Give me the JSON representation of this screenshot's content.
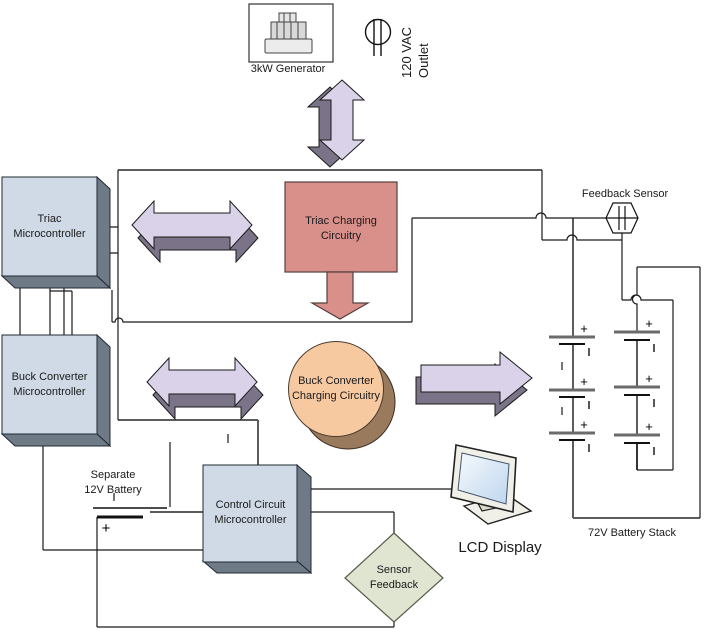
{
  "nodes": {
    "generator": {
      "label": "3kW Generator"
    },
    "outlet": {
      "line1": "120 VAC",
      "line2": "Outlet"
    },
    "triac_mcu": {
      "line1": "Triac",
      "line2": "Microcontroller"
    },
    "buck_mcu": {
      "line1": "Buck Converter",
      "line2": "Microcontroller"
    },
    "triac_charging": {
      "line1": "Triac Charging",
      "line2": "Circuitry"
    },
    "buck_charging": {
      "line1": "Buck Converter",
      "line2": "Charging Circuitry"
    },
    "control_mcu": {
      "line1": "Control Circuit",
      "line2": "Microcontroller"
    },
    "battery_12v": {
      "line1": "Separate",
      "line2": "12V Battery"
    },
    "sensor_feedback": {
      "line1": "Sensor",
      "line2": "Feedback"
    },
    "lcd": {
      "label": "LCD Display"
    },
    "feedback_sensor": {
      "label": "Feedback Sensor"
    },
    "battery_stack": {
      "label": "72V Battery Stack"
    }
  },
  "symbols": {
    "plus": "+"
  },
  "colors": {
    "mcu_face": "#cfdae6",
    "mcu_side": "#6f7a87",
    "salmon": "#d98f8a",
    "peach": "#f6c9a1",
    "peach_shadow": "#9a7a5d",
    "arrow_face": "#dad2e8",
    "arrow_shadow": "#7b7488",
    "diamond_green": "#e0e5d2",
    "wire_black": "#1a1a1a",
    "wire_gray": "#5c5c5c"
  }
}
